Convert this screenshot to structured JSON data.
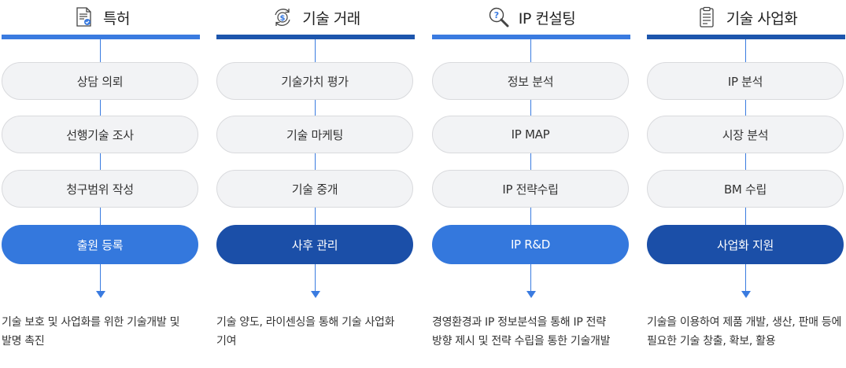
{
  "columns": [
    {
      "title": "특허",
      "icon": "document-check-icon",
      "items": [
        "상담 의뢰",
        "선행기술 조사",
        "청구범위 작성",
        "출원 등록"
      ],
      "description": "기술 보호 및 사업화를 위한 기술개발 및 발명 촉진"
    },
    {
      "title": "기술 거래",
      "icon": "dollar-exchange-icon",
      "items": [
        "기술가치 평가",
        "기술 마케팅",
        "기술 중개",
        "사후 관리"
      ],
      "description": "기술 양도, 라이센싱을 통해 기술 사업화 기여"
    },
    {
      "title": "IP 컨설팅",
      "icon": "magnifier-question-icon",
      "items": [
        "정보 분석",
        "IP MAP",
        "IP 전략수립",
        "IP R&D"
      ],
      "description": "경영환경과 IP 정보분석을 통해 IP 전략 방향 제시 및 전략 수립을 통한 기술개발"
    },
    {
      "title": "기술 사업화",
      "icon": "clipboard-list-icon",
      "items": [
        "IP 분석",
        "시장 분석",
        "BM 수립",
        "사업화 지원"
      ],
      "description": "기술을 이용하여 제품 개발, 생산, 판매 등에 필요한 기술 창출, 확보, 활용"
    }
  ],
  "colors": {
    "accent_light": "#3478dd",
    "accent_dark": "#1b4fa8",
    "pill_bg": "#f2f3f5"
  }
}
